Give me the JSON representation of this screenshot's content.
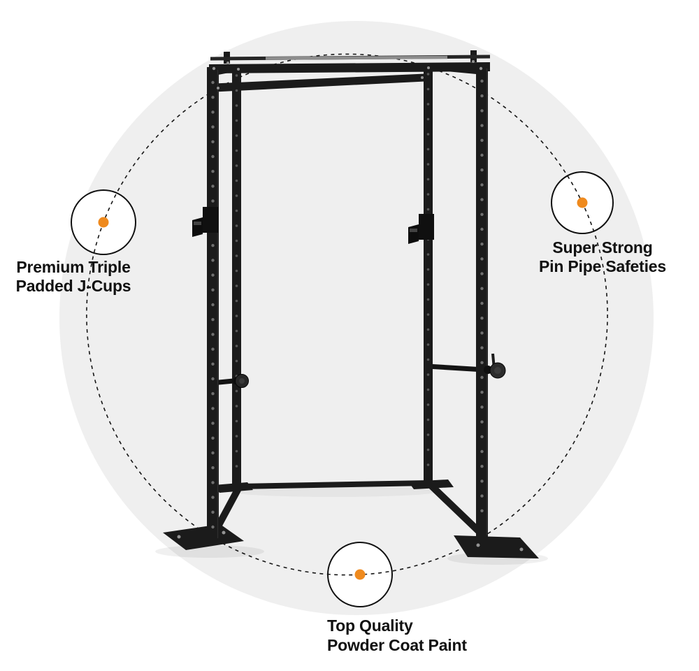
{
  "colors": {
    "accent": "#EF8A1E",
    "rack": "#1B1B1B",
    "circle_bg": "#EFEFEF",
    "text": "#111111"
  },
  "callouts": {
    "j_cups": {
      "line1": "Premium Triple",
      "line2": "Padded J-Cups"
    },
    "safeties": {
      "line1": "Super Strong",
      "line2": "Pin Pipe Safeties"
    },
    "powder_coat": {
      "line1": "Top Quality",
      "line2": "Powder Coat Paint"
    }
  },
  "icons": {
    "feature_dot": "orange-feature-dot"
  }
}
